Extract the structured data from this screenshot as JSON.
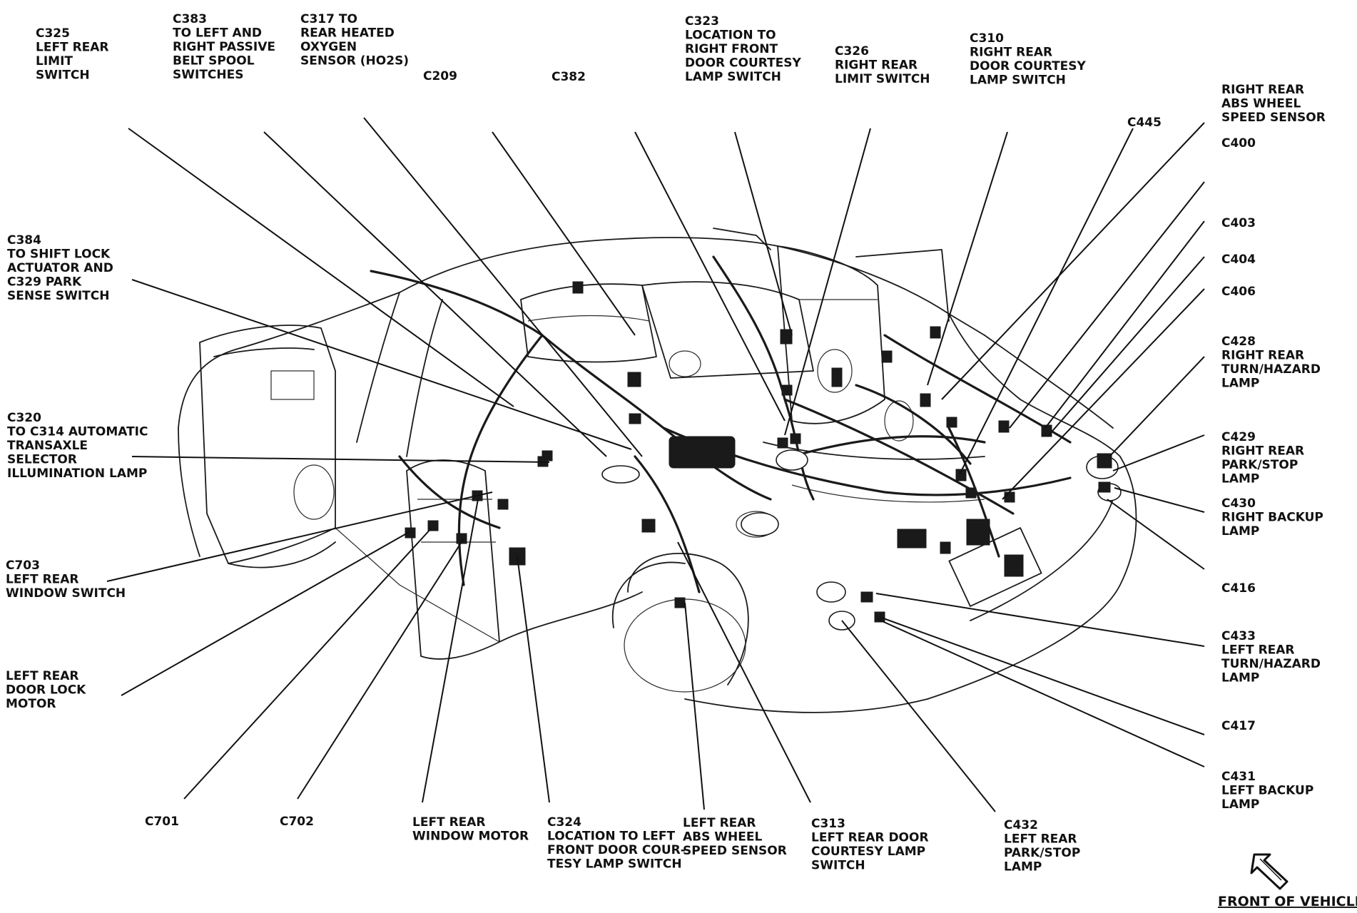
{
  "labels": [
    {
      "id": "c325",
      "lines": [
        "C325",
        "LEFT REAR",
        "LIMIT",
        "SWITCH"
      ]
    },
    {
      "id": "c383",
      "lines": [
        "C383",
        "TO LEFT AND",
        "RIGHT PASSIVE",
        "BELT SPOOL",
        "SWITCHES"
      ]
    },
    {
      "id": "c317",
      "lines": [
        "C317 TO",
        "REAR HEATED",
        "OXYGEN",
        "SENSOR (HO2S)"
      ]
    },
    {
      "id": "c209",
      "lines": [
        "C209"
      ]
    },
    {
      "id": "c382",
      "lines": [
        "C382"
      ]
    },
    {
      "id": "c323",
      "lines": [
        "C323",
        "LOCATION TO",
        "RIGHT FRONT",
        "DOOR COURTESY",
        "LAMP SWITCH"
      ]
    },
    {
      "id": "c326",
      "lines": [
        "C326",
        "RIGHT REAR",
        "LIMIT SWITCH"
      ]
    },
    {
      "id": "c310",
      "lines": [
        "C310",
        "RIGHT REAR",
        "DOOR COURTESY",
        "LAMP SWITCH"
      ]
    },
    {
      "id": "rr-abs",
      "lines": [
        "RIGHT REAR",
        "ABS WHEEL",
        "SPEED SENSOR"
      ]
    },
    {
      "id": "c445",
      "lines": [
        "C445"
      ]
    },
    {
      "id": "c400",
      "lines": [
        "C400"
      ]
    },
    {
      "id": "c403",
      "lines": [
        "C403"
      ]
    },
    {
      "id": "c404",
      "lines": [
        "C404"
      ]
    },
    {
      "id": "c406",
      "lines": [
        "C406"
      ]
    },
    {
      "id": "c428",
      "lines": [
        "C428",
        "RIGHT REAR",
        "TURN/HAZARD",
        "LAMP"
      ]
    },
    {
      "id": "c429",
      "lines": [
        "C429",
        "RIGHT REAR",
        "PARK/STOP",
        "LAMP"
      ]
    },
    {
      "id": "c430",
      "lines": [
        "C430",
        "RIGHT BACKUP",
        "LAMP"
      ]
    },
    {
      "id": "c416",
      "lines": [
        "C416"
      ]
    },
    {
      "id": "c433",
      "lines": [
        "C433",
        "LEFT REAR",
        "TURN/HAZARD",
        "LAMP"
      ]
    },
    {
      "id": "c417",
      "lines": [
        "C417"
      ]
    },
    {
      "id": "c431",
      "lines": [
        "C431",
        "LEFT BACKUP",
        "LAMP"
      ]
    },
    {
      "id": "c384",
      "lines": [
        "C384",
        "TO SHIFT LOCK",
        "ACTUATOR AND",
        "C329 PARK",
        "SENSE SWITCH"
      ]
    },
    {
      "id": "c320",
      "lines": [
        "C320",
        "TO C314 AUTOMATIC",
        "TRANSAXLE",
        "SELECTOR",
        "ILLUMINATION LAMP"
      ]
    },
    {
      "id": "c703",
      "lines": [
        "C703",
        "LEFT REAR",
        "WINDOW SWITCH"
      ]
    },
    {
      "id": "lr-lock",
      "lines": [
        "LEFT REAR",
        "DOOR LOCK",
        "MOTOR"
      ]
    },
    {
      "id": "c701",
      "lines": [
        "C701"
      ]
    },
    {
      "id": "c702",
      "lines": [
        "C702"
      ]
    },
    {
      "id": "lr-motor",
      "lines": [
        "LEFT REAR",
        "WINDOW MOTOR"
      ]
    },
    {
      "id": "c324",
      "lines": [
        "C324",
        "LOCATION TO LEFT",
        "FRONT DOOR COUR-",
        "TESY LAMP SWITCH"
      ]
    },
    {
      "id": "lr-abs",
      "lines": [
        "LEFT REAR",
        "ABS WHEEL",
        "SPEED SENSOR"
      ]
    },
    {
      "id": "c313",
      "lines": [
        "C313",
        "LEFT REAR DOOR",
        "COURTESY LAMP",
        "SWITCH"
      ]
    },
    {
      "id": "c432",
      "lines": [
        "C432",
        "LEFT REAR",
        "PARK/STOP",
        "LAMP"
      ]
    }
  ],
  "front_of_vehicle": "FRONT OF VEHICLE",
  "front_arrow_icon": "front-arrow-icon"
}
